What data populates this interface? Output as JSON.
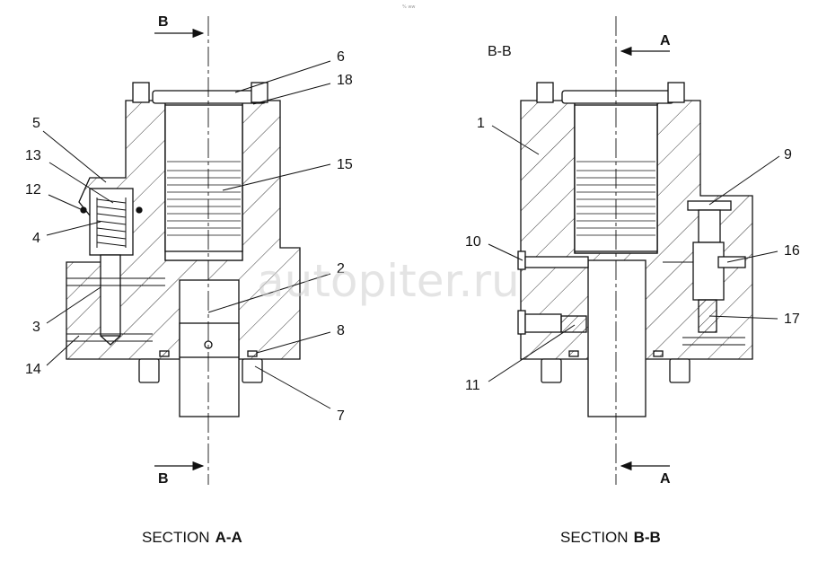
{
  "watermark": "autopiter.ru",
  "corner_mark": "% ww",
  "section_a": {
    "caption_prefix": "SECTION",
    "caption_id": "A-A",
    "cut_top_label": "B",
    "cut_bottom_label": "B",
    "callouts": [
      "6",
      "18",
      "5",
      "13",
      "12",
      "15",
      "4",
      "2",
      "3",
      "8",
      "14",
      "7"
    ]
  },
  "section_b": {
    "header": "B-B",
    "caption_prefix": "SECTION",
    "caption_id": "B-B",
    "cut_top_label": "A",
    "cut_bottom_label": "A",
    "callouts": [
      "1",
      "9",
      "10",
      "16",
      "17",
      "11"
    ]
  }
}
